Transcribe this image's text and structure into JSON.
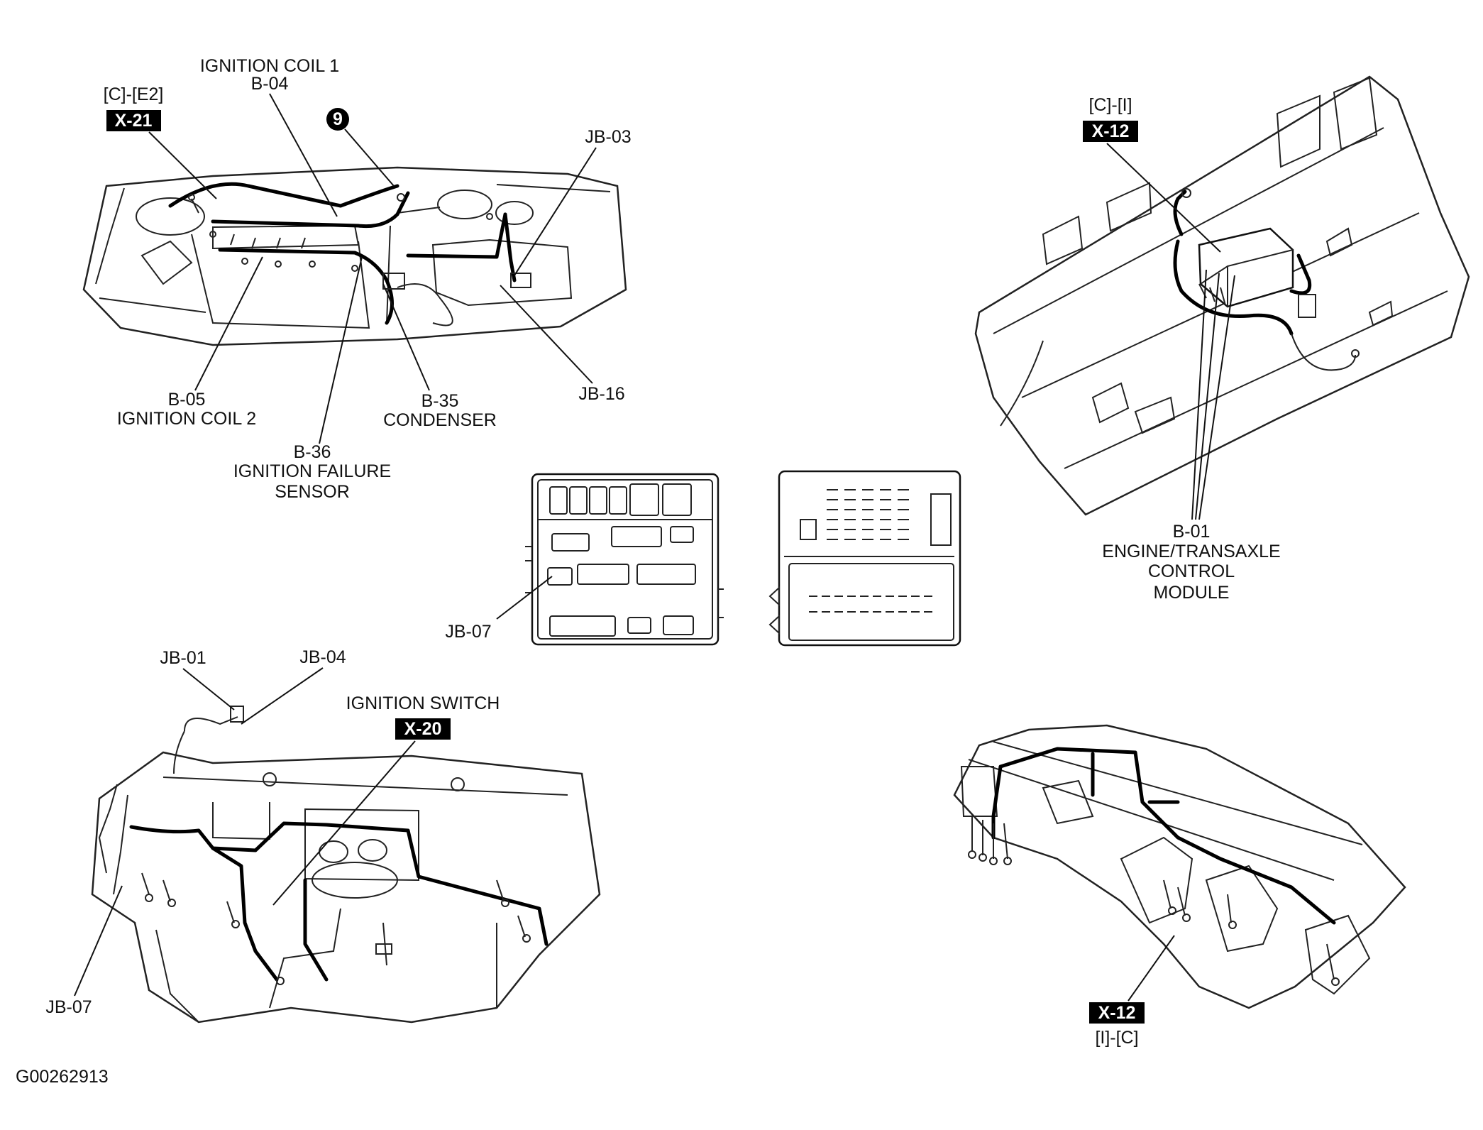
{
  "figure_id": "G00262913",
  "engine_bay": {
    "ignition_coil_1": {
      "name": "IGNITION COIL 1",
      "code": "B-04"
    },
    "x21": {
      "ref": "[C]-[E2]",
      "badge": "X-21"
    },
    "callout_number": "9",
    "jb03": "JB-03",
    "jb16": "JB-16",
    "ignition_coil_2": {
      "code": "B-05",
      "name": "IGNITION COIL 2"
    },
    "condenser": {
      "code": "B-35",
      "name": "CONDENSER"
    },
    "ignition_failure_sensor": {
      "code": "B-36",
      "name_line1": "IGNITION FAILURE",
      "name_line2": "SENSOR"
    }
  },
  "ecm_view": {
    "x12": {
      "ref": "[C]-[I]",
      "badge": "X-12"
    },
    "module": {
      "code": "B-01",
      "name_line1": "ENGINE/TRANSAXLE",
      "name_line2": "CONTROL",
      "name_line3": "MODULE"
    }
  },
  "junction_box": {
    "jb07": "JB-07"
  },
  "dash_left": {
    "jb01": "JB-01",
    "jb04": "JB-04",
    "ignition_switch": {
      "name": "IGNITION SWITCH",
      "badge": "X-20"
    },
    "jb07": "JB-07"
  },
  "dash_right": {
    "x12": {
      "badge": "X-12",
      "ref": "[I]-[C]"
    }
  }
}
